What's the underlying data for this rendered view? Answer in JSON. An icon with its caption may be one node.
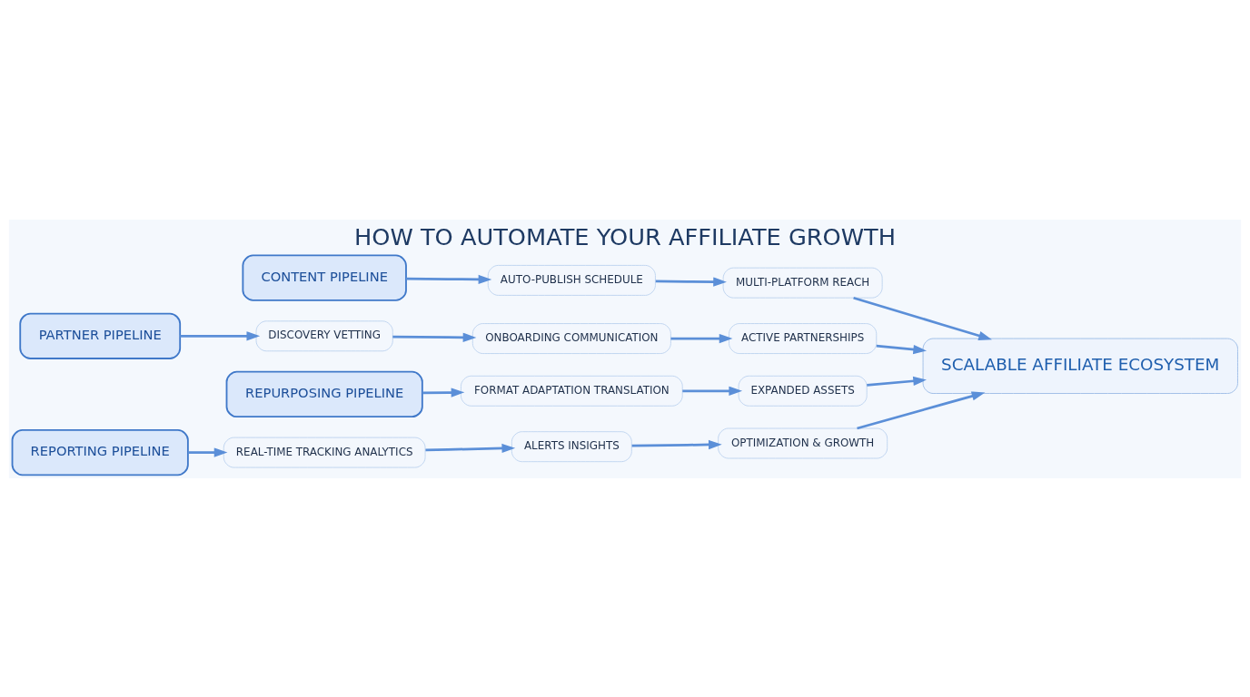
{
  "diagram": {
    "title": "HOW TO AUTOMATE YOUR AFFILIATE GROWTH",
    "nodes": [
      {
        "text": [
          "CONTENT PIPELINE"
        ]
      },
      {
        "text": [
          "AUTO-PUBLISH SCHEDULE"
        ]
      },
      {
        "text": [
          "MULTI-PLATFORM REACH"
        ]
      },
      {
        "text": [
          "PARTNER PIPELINE"
        ]
      },
      {
        "text": [
          "DISCOVERY VETTING"
        ]
      },
      {
        "text": [
          "ONBOARDING COMMUNICATION"
        ]
      },
      {
        "text": [
          "ACTIVE PARTNERSHIPS"
        ]
      },
      {
        "text": [
          "REPURPOSING PIPELINE"
        ]
      },
      {
        "text": [
          "FORMAT ADAPTATION TRANSLATION"
        ]
      },
      {
        "text": [
          "EXPANDED ASSETS"
        ]
      },
      {
        "text": [
          "REPORTING PIPELINE"
        ]
      },
      {
        "text": [
          "REAL-TIME TRACKING ANALYTICS"
        ]
      },
      {
        "text": [
          "ALERTS INSIGHTS"
        ]
      },
      {
        "text": [
          "OPTIMIZATION & GROWTH"
        ]
      },
      {
        "text": [
          "SCALABLE AFFILIATE ECOSYSTEM"
        ]
      }
    ],
    "edges": [
      {
        "from": 0,
        "to": 1,
        "arrow": "to"
      },
      {
        "from": 1,
        "to": 2,
        "arrow": "to"
      },
      {
        "from": 2,
        "to": 14,
        "arrow": "to"
      },
      {
        "from": 3,
        "to": 4,
        "arrow": "to"
      },
      {
        "from": 4,
        "to": 5,
        "arrow": "to"
      },
      {
        "from": 5,
        "to": 6,
        "arrow": "to"
      },
      {
        "from": 6,
        "to": 14,
        "arrow": "to"
      },
      {
        "from": 7,
        "to": 8,
        "arrow": "to"
      },
      {
        "from": 8,
        "to": 9,
        "arrow": "to"
      },
      {
        "from": 9,
        "to": 14,
        "arrow": "to"
      },
      {
        "from": 10,
        "to": 11,
        "arrow": "to"
      },
      {
        "from": 11,
        "to": 12,
        "arrow": "to"
      },
      {
        "from": 12,
        "to": 13,
        "arrow": "to"
      },
      {
        "from": 13,
        "to": 14,
        "arrow": "to"
      }
    ]
  }
}
